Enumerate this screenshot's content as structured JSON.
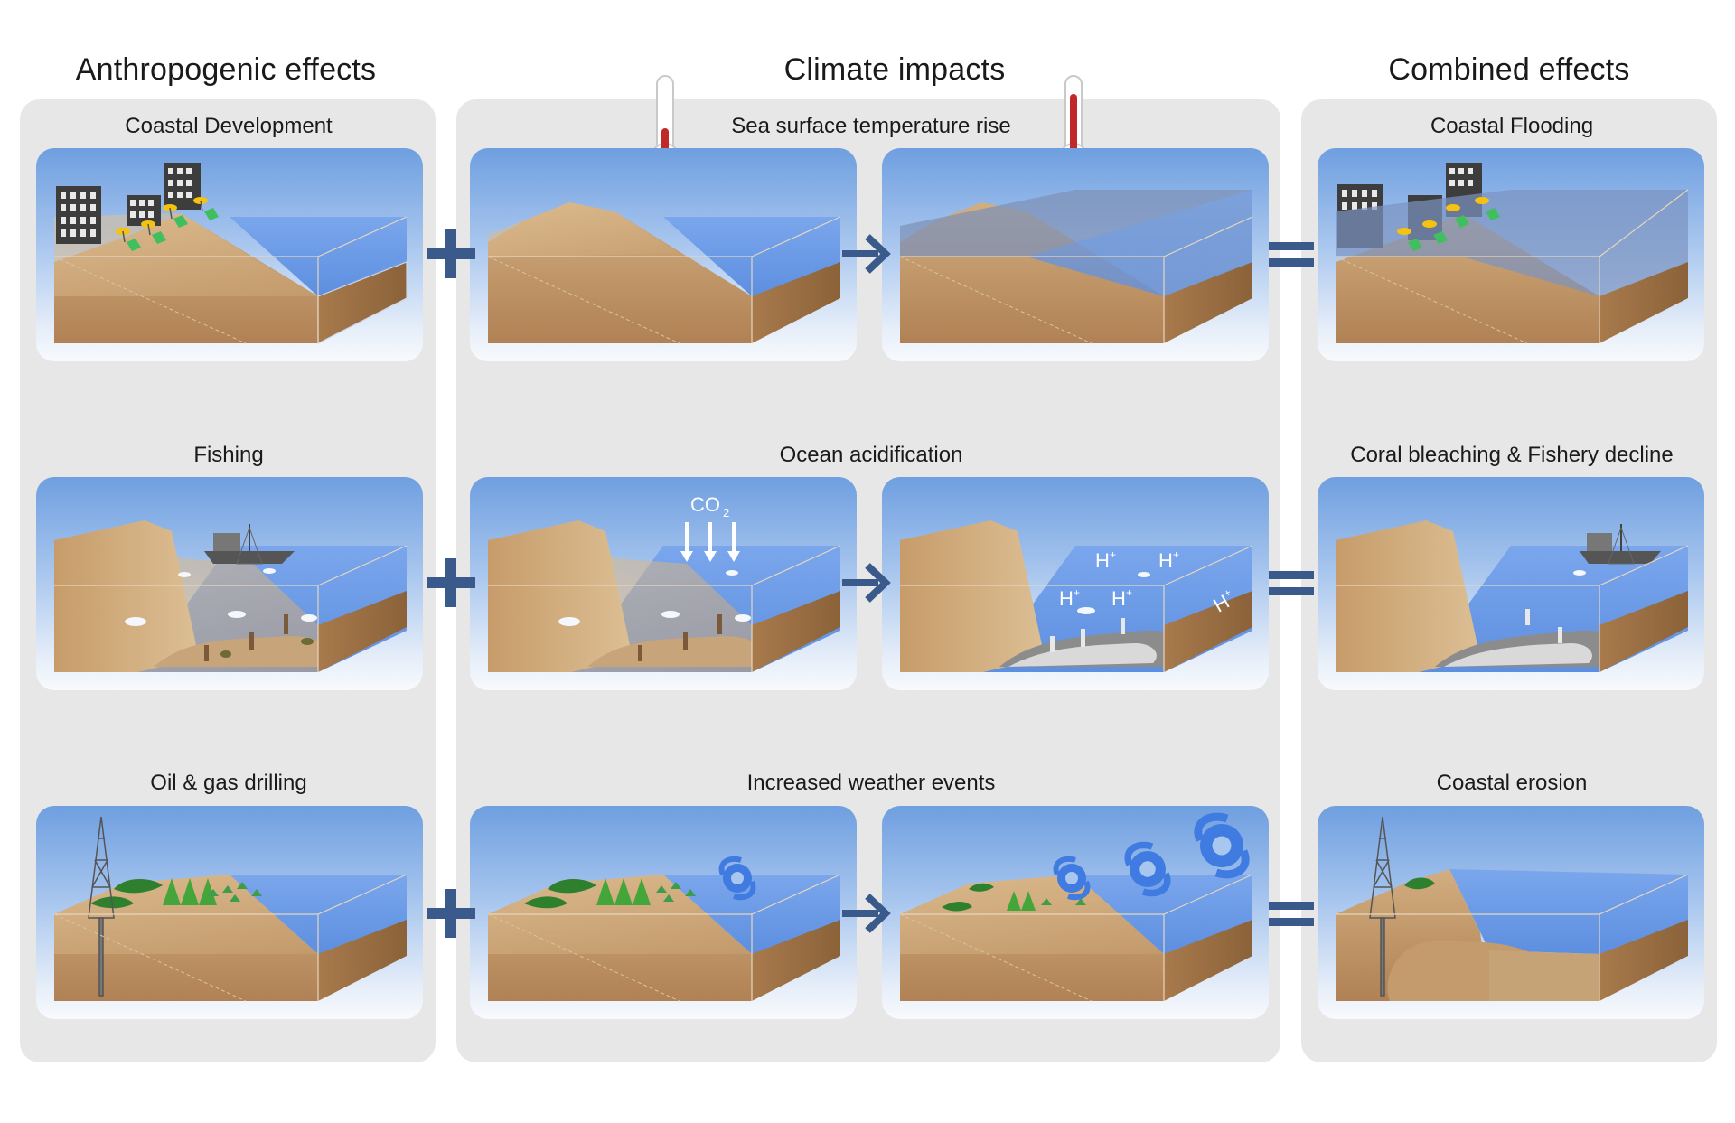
{
  "columns": {
    "anthropogenic": "Anthropogenic effects",
    "climate": "Climate impacts",
    "combined": "Combined effects"
  },
  "rows": [
    {
      "anthropogenic_label": "Coastal Development",
      "climate_label": "Sea surface temperature rise",
      "combined_label": "Coastal Flooding"
    },
    {
      "anthropogenic_label": "Fishing",
      "climate_label": "Ocean acidification",
      "combined_label": "Coral bleaching & Fishery decline",
      "co2_label": "CO",
      "co2_subscript": "2",
      "h_ion": "H",
      "h_ion_superscript": "+"
    },
    {
      "anthropogenic_label": "Oil & gas drilling",
      "climate_label": "Increased weather events",
      "combined_label": "Coastal erosion"
    }
  ],
  "colors": {
    "operator": "#3a5a8c",
    "group_background": "#e7e7e7",
    "sand": "#d6b489",
    "water": "#6f9ee8",
    "thermometer_red": "#c0282a"
  }
}
